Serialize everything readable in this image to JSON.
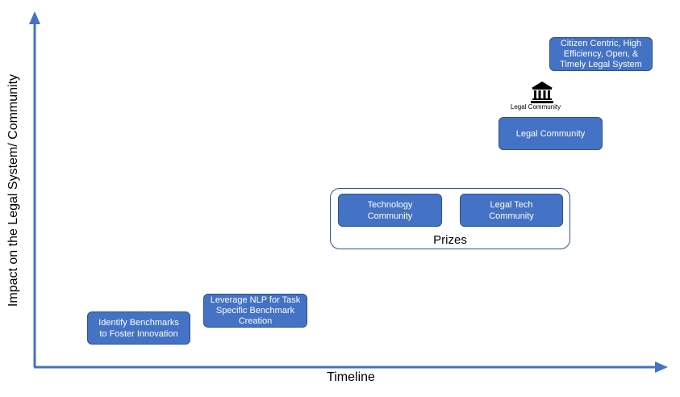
{
  "axes": {
    "x_label": "Timeline",
    "y_label": "Impact on the Legal System/ Community",
    "color": "#4472c4"
  },
  "boxes": {
    "identify_benchmarks": "Identify Benchmarks\nto Foster Innovation",
    "leverage_nlp": "Leverage NLP for Task\nSpecific Benchmark\nCreation",
    "technology_community": "Technology\nCommunity",
    "legal_tech_community": "Legal Tech\nCommunity",
    "legal_community": "Legal Community",
    "citizen_centric": "Citizen Centric, High\nEfficiency, Open, &\nTimely Legal System"
  },
  "prizes_group": {
    "label": "Prizes"
  },
  "icon": {
    "name": "courthouse-icon",
    "caption": "Legal Community"
  },
  "colors": {
    "box_fill": "#4472c4",
    "box_border": "#2f528f",
    "box_text": "#ffffff"
  }
}
